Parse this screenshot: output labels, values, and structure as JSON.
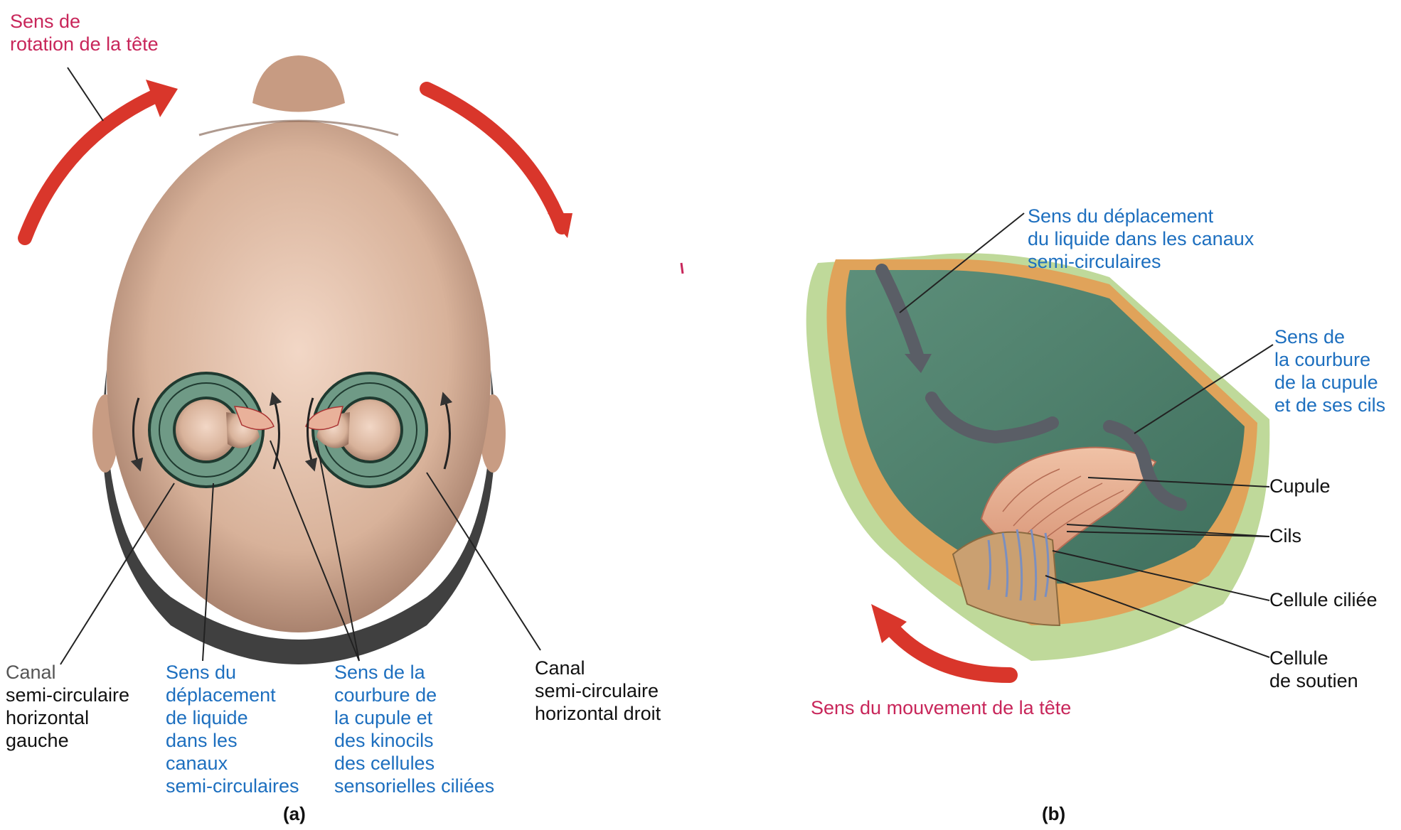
{
  "panel_a": {
    "caption": "(a)",
    "head_rotation_label": "Sens de\nrotation de la tête",
    "left_canal_label_first": "Canal",
    "left_canal_label_rest": "semi-circulaire\nhorizontal\ngauche",
    "fluid_label": "Sens du\ndéplacement\nde liquide\ndans les\ncanaux\nsemi-circulaires",
    "cupula_label": "Sens de la\ncourbure de\nla cupule et\ndes kinocils\ndes cellules\nsensorielles ciliées",
    "right_canal_label": "Canal\nsemi-circulaire\nhorizontal droit"
  },
  "panel_b": {
    "caption": "(b)",
    "fluid_label": "Sens du déplacement\ndu liquide dans les canaux\nsemi-circulaires",
    "cupula_bend_label": "Sens de\nla courbure\nde la cupule\net de ses cils",
    "cupula_label": "Cupule",
    "cilia_label": "Cils",
    "hair_cell_label": "Cellule ciliée",
    "support_cell_label": "Cellule\nde soutien",
    "head_movement_label": "Sens du mouvement de la tête"
  },
  "colors": {
    "arrow_red": "#d9362b",
    "label_blue": "#1d6fbf",
    "label_magenta": "#c8265a",
    "canal_green": "#6f9a86",
    "skin": "#d9b79f",
    "hair": "#2b2b2b",
    "cupula_pink": "#e9b19a",
    "wall_orange": "#e0a35a",
    "outer_green": "#bfd99a"
  }
}
